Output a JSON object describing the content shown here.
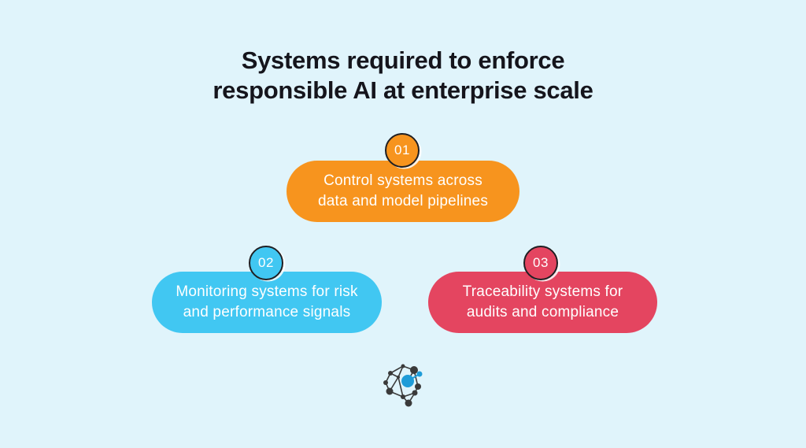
{
  "background_color": "#E0F4FB",
  "title": {
    "lines": [
      "Systems required to enforce",
      "responsible AI at enterprise scale"
    ],
    "color": "#15151C"
  },
  "steps": [
    {
      "number": "01",
      "lines": [
        "Control systems across",
        "data and model pipelines"
      ],
      "color": "#F7941E"
    },
    {
      "number": "02",
      "lines": [
        "Monitoring systems for risk",
        "and performance signals"
      ],
      "color": "#41C7F2"
    },
    {
      "number": "03",
      "lines": [
        "Traceability systems for",
        "audits and compliance"
      ],
      "color": "#E44560"
    }
  ],
  "logo": {
    "name": "network-graph-logo",
    "node_color": "#3A3A3A",
    "accent_color": "#1E9CD8"
  }
}
